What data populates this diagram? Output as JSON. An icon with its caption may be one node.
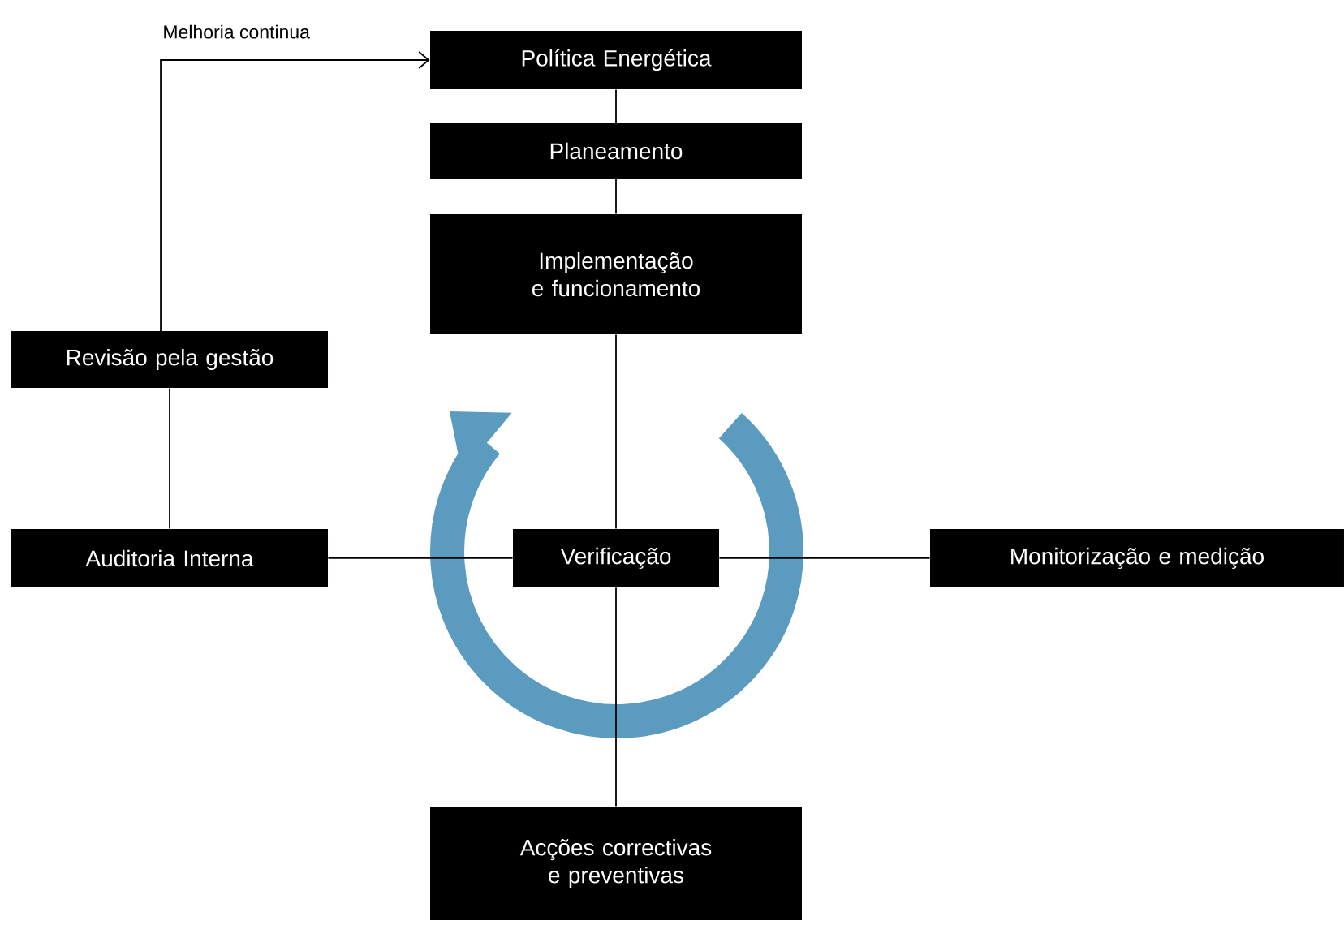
{
  "diagram": {
    "nodes": [
      {
        "text": [
          "Política Energética"
        ]
      },
      {
        "text": [
          "Planeamento"
        ]
      },
      {
        "text": [
          "Implementação e funcionamento"
        ]
      },
      {
        "text": [
          "Revisão pela gestão"
        ]
      },
      {
        "text": [
          "Auditoria Interna"
        ]
      },
      {
        "text": [
          "Verificação"
        ]
      },
      {
        "text": [
          "Monitorização e medição"
        ]
      },
      {
        "text": [
          "Acções correctivas e preventivas"
        ]
      }
    ],
    "edges": [
      {
        "from": 0,
        "to": 1,
        "arrow": "none"
      },
      {
        "from": 1,
        "to": 2,
        "arrow": "none"
      },
      {
        "from": 2,
        "to": 5,
        "arrow": "none"
      },
      {
        "from": 5,
        "to": 7,
        "arrow": "none"
      },
      {
        "from": 4,
        "to": 5,
        "arrow": "none"
      },
      {
        "from": 5,
        "to": 6,
        "arrow": "none"
      },
      {
        "from": 4,
        "to": 3,
        "arrow": "none"
      },
      {
        "from": 3,
        "to": 0,
        "arrow": "to",
        "label": "Melhoria continua"
      }
    ]
  }
}
